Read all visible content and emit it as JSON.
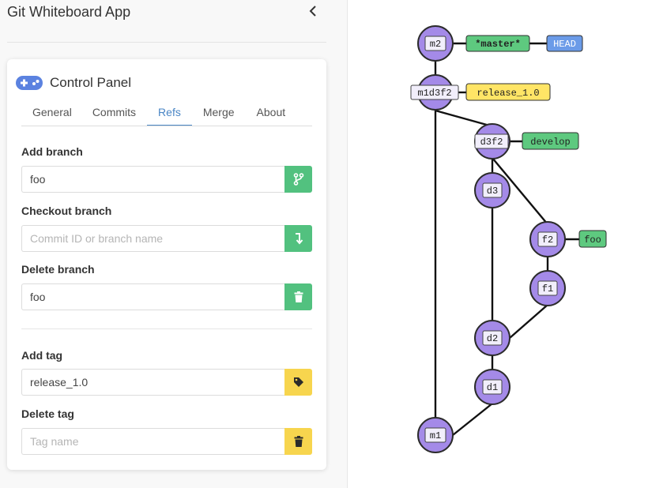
{
  "app": {
    "title": "Git Whiteboard App"
  },
  "panel": {
    "title": "Control Panel",
    "tabs": [
      {
        "label": "General"
      },
      {
        "label": "Commits"
      },
      {
        "label": "Refs"
      },
      {
        "label": "Merge"
      },
      {
        "label": "About"
      }
    ],
    "active_tab": "Refs",
    "add_branch": {
      "label": "Add branch",
      "value": "foo",
      "placeholder": ""
    },
    "checkout_branch": {
      "label": "Checkout branch",
      "value": "",
      "placeholder": "Commit ID or branch name"
    },
    "delete_branch": {
      "label": "Delete branch",
      "value": "foo",
      "placeholder": ""
    },
    "add_tag": {
      "label": "Add tag",
      "value": "release_1.0",
      "placeholder": ""
    },
    "delete_tag": {
      "label": "Delete tag",
      "value": "",
      "placeholder": "Tag name"
    }
  },
  "graph": {
    "commits": [
      {
        "id": "m2",
        "label": "m2"
      },
      {
        "id": "m1d3f2",
        "label": "m1d3f2"
      },
      {
        "id": "d3f2",
        "label": "d3f2"
      },
      {
        "id": "d3",
        "label": "d3"
      },
      {
        "id": "f2",
        "label": "f2"
      },
      {
        "id": "f1",
        "label": "f1"
      },
      {
        "id": "d2",
        "label": "d2"
      },
      {
        "id": "d1",
        "label": "d1"
      },
      {
        "id": "m1",
        "label": "m1"
      }
    ],
    "refs": [
      {
        "name": "*master*",
        "target": "m2",
        "kind": "branch"
      },
      {
        "name": "HEAD",
        "target": "*master*",
        "kind": "head"
      },
      {
        "name": "release_1.0",
        "target": "m1d3f2",
        "kind": "tag"
      },
      {
        "name": "develop",
        "target": "d3f2",
        "kind": "branch"
      },
      {
        "name": "foo",
        "target": "f2",
        "kind": "branch"
      }
    ],
    "colors": {
      "commit": "#a48ae8",
      "branch": "#5ec97f",
      "tag": "#ffe566",
      "head": "#6b9be8",
      "head_text": "#ffffff"
    }
  }
}
